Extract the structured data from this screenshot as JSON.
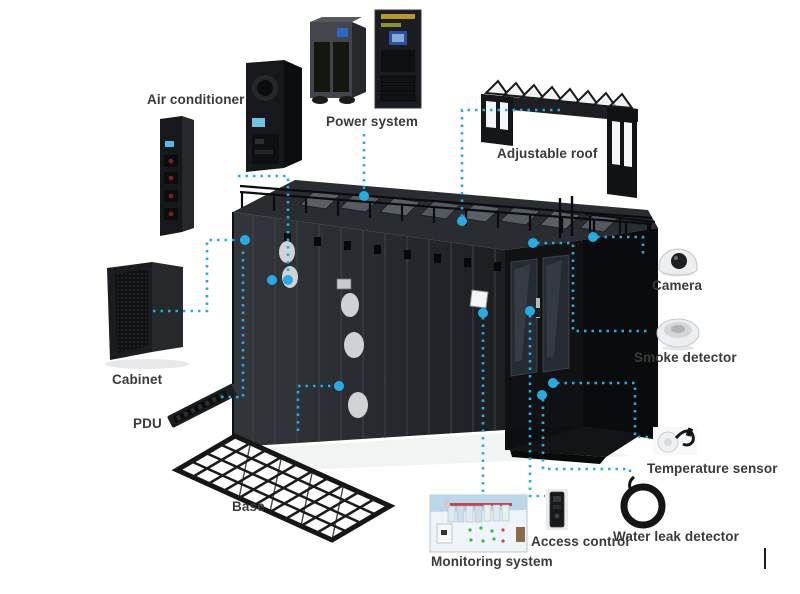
{
  "colors": {
    "accent": "#29abe2",
    "label_text": "#3a3a3a",
    "background": "#ffffff"
  },
  "components": [
    {
      "id": "air-conditioner",
      "label": "Air conditioner",
      "image": "inrow-air-conditioner-units"
    },
    {
      "id": "power-system",
      "label": "Power system",
      "image": "ups-and-power-rack"
    },
    {
      "id": "adjustable-roof",
      "label": "Adjustable roof",
      "image": "roof-frame-with-tilting-panels"
    },
    {
      "id": "camera",
      "label": "Camera",
      "image": "dome-camera"
    },
    {
      "id": "smoke-detector",
      "label": "Smoke detector",
      "image": "round-smoke-detector"
    },
    {
      "id": "cabinet",
      "label": "Cabinet",
      "image": "server-rack-cabinet"
    },
    {
      "id": "pdu",
      "label": "PDU",
      "image": "power-distribution-strip"
    },
    {
      "id": "base",
      "label": "Base",
      "image": "lattice-base-frame"
    },
    {
      "id": "monitoring-system",
      "label": "Monitoring system",
      "image": "monitoring-room-screenshot"
    },
    {
      "id": "access-control",
      "label": "Access control",
      "image": "card-reader"
    },
    {
      "id": "temperature-sensor",
      "label": "Temperature sensor",
      "image": "round-sensor-with-cable"
    },
    {
      "id": "water-leak-detector",
      "label": "Water leak detector",
      "image": "coiled-leak-cable"
    }
  ],
  "connector": {
    "style": "dotted",
    "color": "#29abe2",
    "endpoint": "dot"
  }
}
